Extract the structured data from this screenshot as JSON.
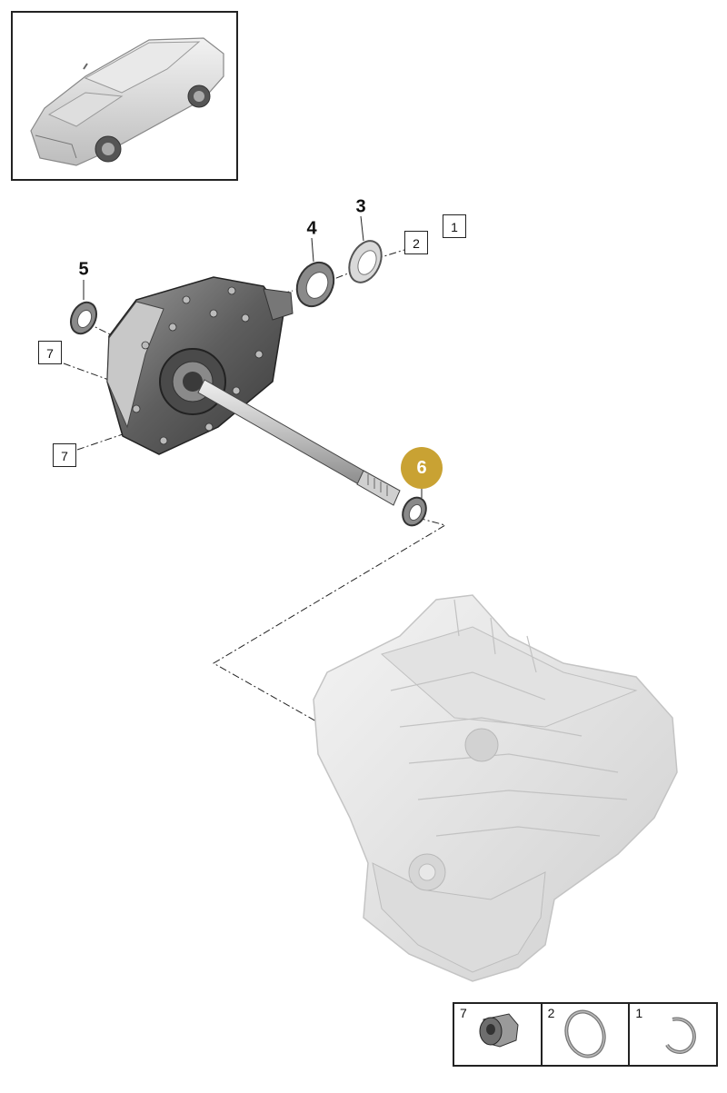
{
  "callouts": {
    "c3": "3",
    "c4": "4",
    "c5": "5",
    "c6": "6"
  },
  "boxes": {
    "b1": "1",
    "b2": "2",
    "b7a": "7",
    "b7b": "7"
  },
  "legend": {
    "items": [
      {
        "num": "7",
        "icon": "plug-screw-icon"
      },
      {
        "num": "2",
        "icon": "o-ring-icon"
      },
      {
        "num": "1",
        "icon": "circlip-icon"
      }
    ]
  },
  "colors": {
    "highlight": "#c9a233",
    "part_gray": "#cfcfcf",
    "line": "#222222"
  }
}
